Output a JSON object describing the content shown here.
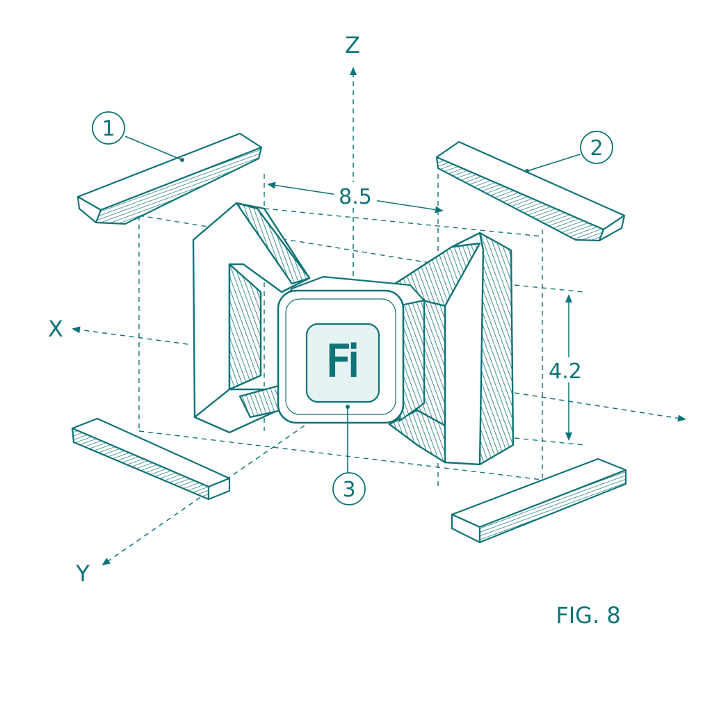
{
  "colors": {
    "ink": "#0f7377",
    "ink_light": "#3c9c9e",
    "fill": "#e6f3f3",
    "background": "#ffffff"
  },
  "axes": {
    "x": "X",
    "y": "Y",
    "z": "Z"
  },
  "dimensions": {
    "width": "8.5",
    "height": "4.2"
  },
  "callouts": {
    "part_1": "1",
    "part_2": "2",
    "part_3": "3"
  },
  "badge": {
    "text": "Fi"
  },
  "figure": {
    "label": "FIG. 8"
  }
}
